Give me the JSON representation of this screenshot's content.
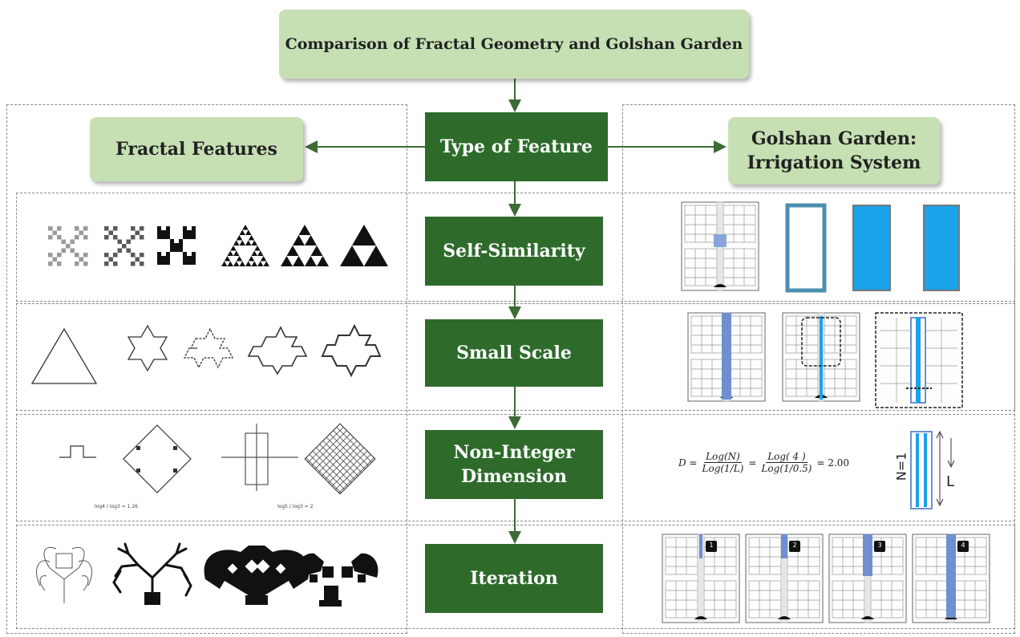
{
  "diagram": {
    "title": "Comparison of Fractal Geometry and Golshan Garden",
    "center_header": "Type of Feature",
    "left_header": "Fractal Features",
    "right_header_line1": "Golshan Garden:",
    "right_header_line2": "Irrigation System",
    "rows": [
      {
        "label": "Self-Similarity"
      },
      {
        "label": "Small Scale"
      },
      {
        "label": "Non-Integer",
        "label_line2": "Dimension"
      },
      {
        "label": "Iteration"
      }
    ],
    "formula": {
      "d": "D =",
      "num1": "Log(N)",
      "den1": "Log(1/L)",
      "eq": "=",
      "num2": "Log( 4 )",
      "den2": "Log(1/0.5)",
      "result": "= 2.00"
    },
    "dimension_labels": {
      "n_label": "N=1",
      "l_label": "L"
    },
    "fractal_captions": {
      "left": "log4 / log3 ≈ 1.26",
      "right": "log5 / log3 = 2"
    },
    "iteration_badges": [
      "1",
      "2",
      "3",
      "4"
    ],
    "colors": {
      "dark_green": "#2e6b2b",
      "light_green": "#c6e0b4",
      "water_blue": "#1aa3e8",
      "channel_blue": "#6f8fcf"
    }
  }
}
